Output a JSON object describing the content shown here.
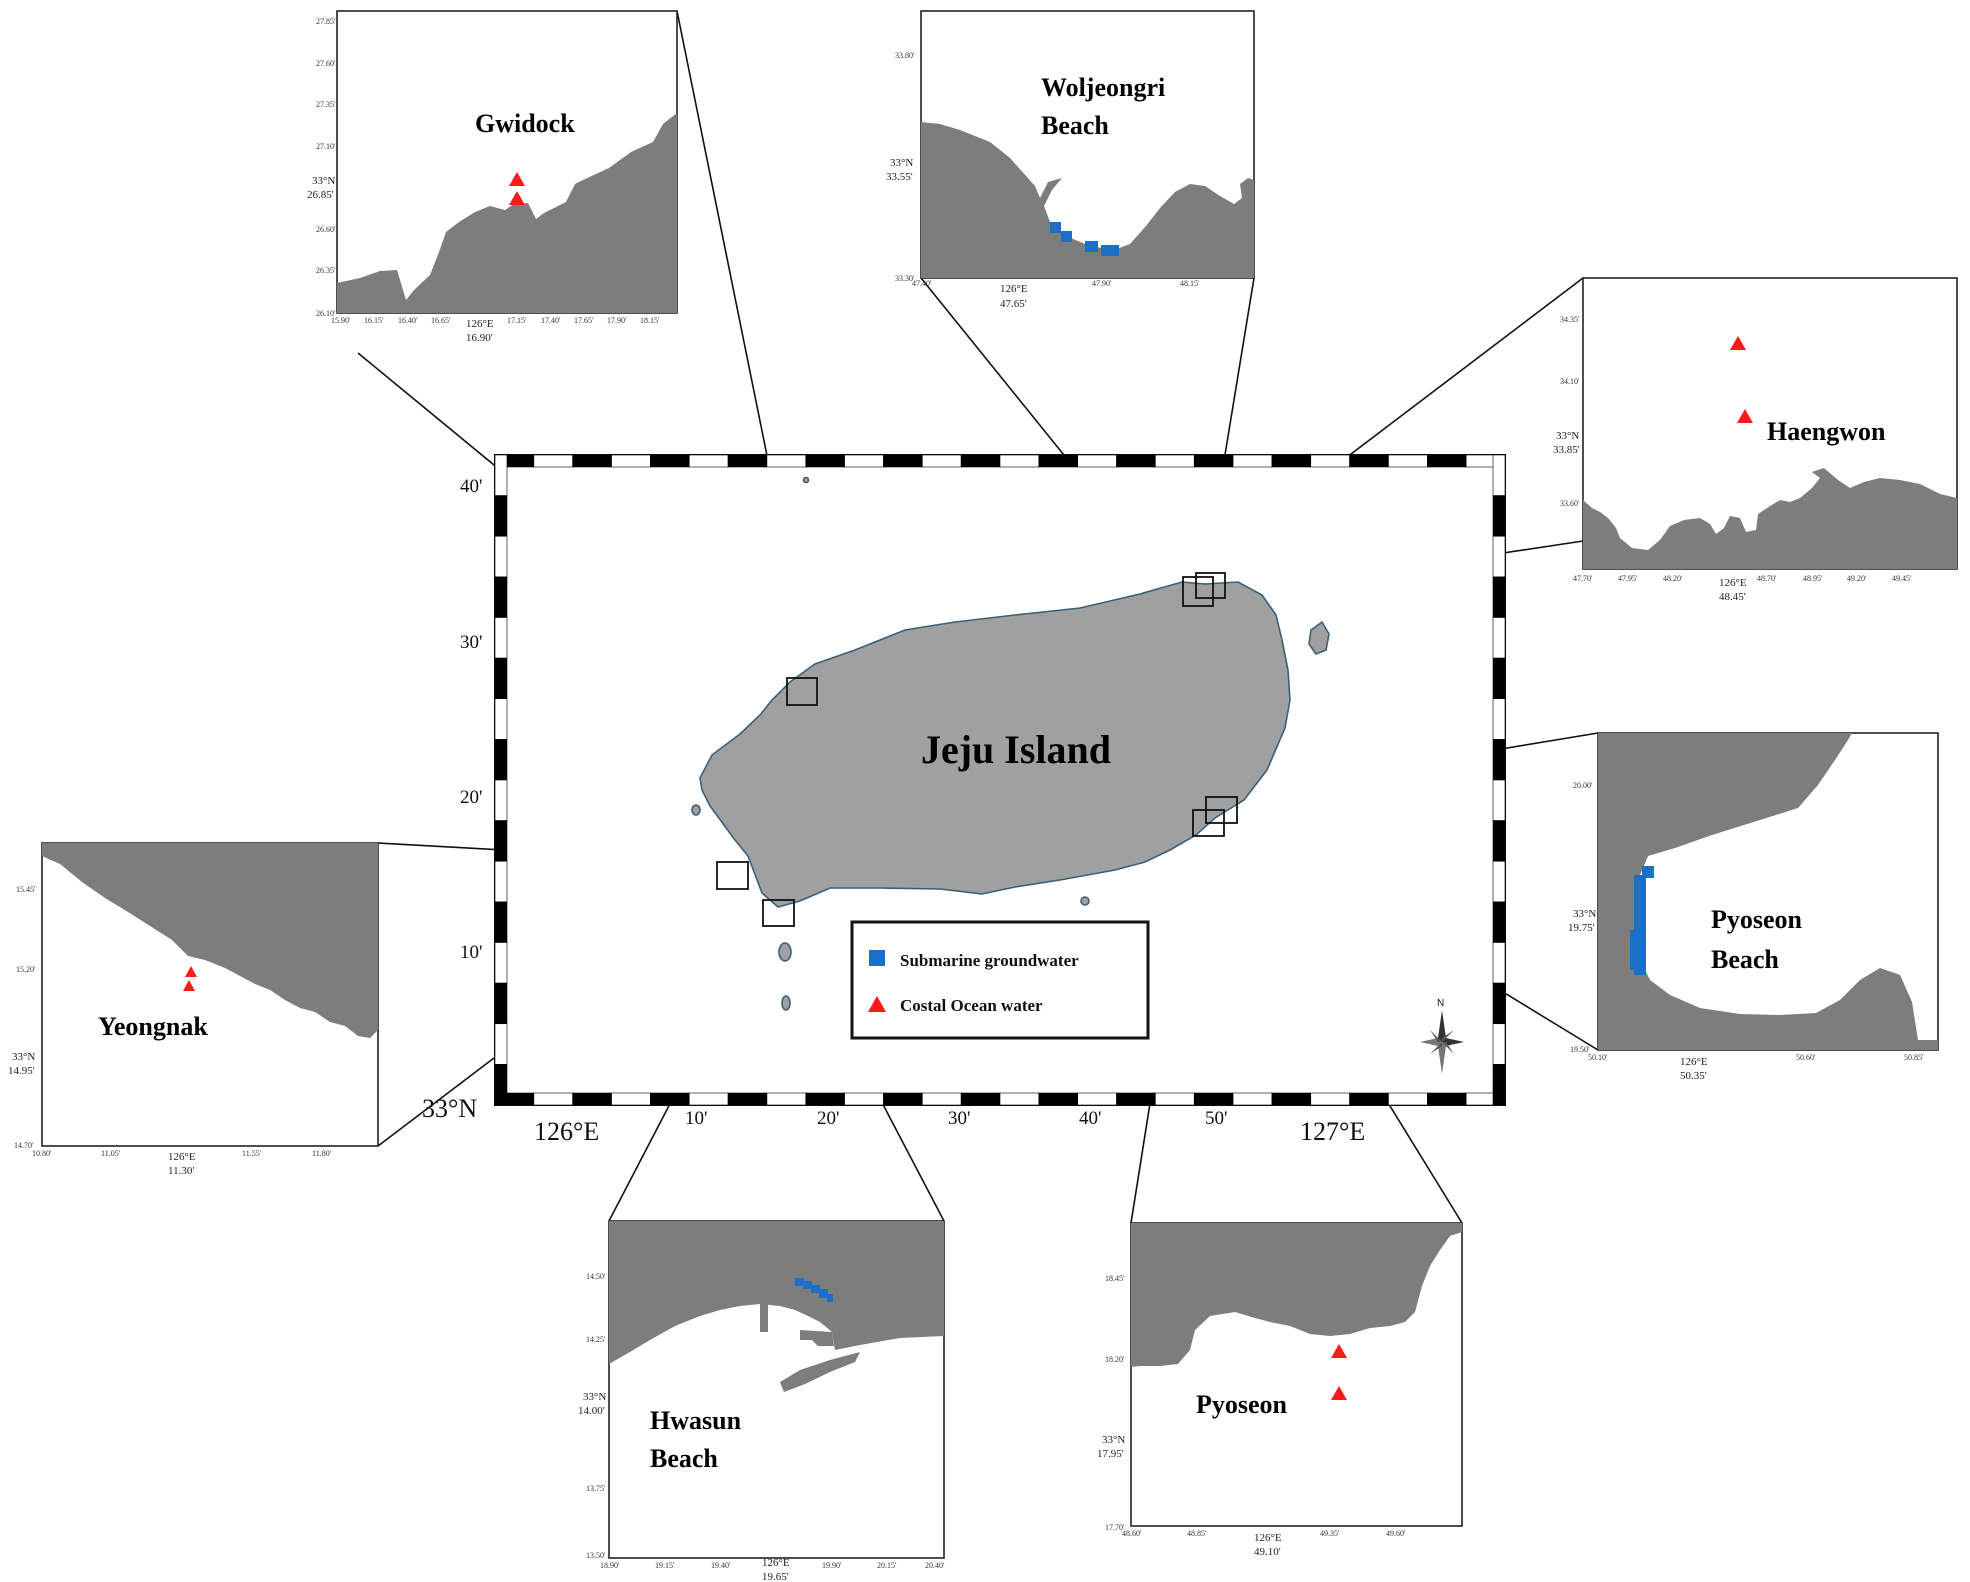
{
  "main_map": {
    "title": "Jeju Island",
    "lat_labels": [
      "40'",
      "30'",
      "20'",
      "10'"
    ],
    "lat_base": "33°N",
    "lon_labels": [
      "126°E",
      "10'",
      "20'",
      "30'",
      "40'",
      "50'",
      "127°E"
    ]
  },
  "legend": {
    "items": [
      {
        "label": "Submarine groundwater",
        "color": "#1b6fc4",
        "symbol": "square"
      },
      {
        "label": "Costal Ocean water",
        "color": "#ff1a1a",
        "symbol": "triangle"
      }
    ]
  },
  "north_arrow": {
    "label": "N"
  },
  "insets": {
    "gwidock": {
      "title": "Gwidock",
      "y_ticks": [
        "27.85'",
        "27.60'",
        "27.35'",
        "27.10'",
        "26.85'",
        "26.60'",
        "26.35'",
        "26.10'"
      ],
      "lat_label": "33°N",
      "lat_value": "26.85'",
      "x_ticks": [
        "15.90'",
        "16.15'",
        "16.40'",
        "16.65'",
        "17.15'",
        "17.40'",
        "17.65'",
        "17.90'",
        "18.15'"
      ],
      "lon_label": "126°E",
      "lon_value": "16.90'"
    },
    "woljeongri": {
      "title": "Woljeongri Beach",
      "y_ticks": [
        "33.80'",
        "33.30'"
      ],
      "lat_label": "33°N",
      "lat_value": "33.55'",
      "x_ticks": [
        "47.40'",
        "47.90'",
        "48.15'"
      ],
      "lon_label": "126°E",
      "lon_value": "47.65'"
    },
    "haengwon": {
      "title": "Haengwon",
      "y_ticks": [
        "34.35'",
        "34.10'",
        "33.60'"
      ],
      "lat_label": "33°N",
      "lat_value": "33.85'",
      "x_ticks": [
        "47.70'",
        "47.95'",
        "48.20'",
        "48.70'",
        "48.95'",
        "49.20'",
        "49.45'"
      ],
      "lon_label": "126°E",
      "lon_value": "48.45'"
    },
    "pyoseon_beach": {
      "title": "Pyoseon Beach",
      "y_ticks": [
        "20.00'",
        "19.50'"
      ],
      "lat_label": "33°N",
      "lat_value": "19.75'",
      "x_ticks": [
        "50.10'",
        "50.60'",
        "50.85'"
      ],
      "lon_label": "126°E",
      "lon_value": "50.35'"
    },
    "yeongnak": {
      "title": "Yeongnak",
      "y_ticks": [
        "15.45'",
        "15.20'",
        "14.70'"
      ],
      "lat_label": "33°N",
      "lat_value": "14.95'",
      "x_ticks": [
        "10.80'",
        "11.05'",
        "11.55'",
        "11.80'"
      ],
      "lon_label": "126°E",
      "lon_value": "11.30'"
    },
    "hwasun": {
      "title": "Hwasun Beach",
      "y_ticks": [
        "14.50'",
        "14.25'",
        "13.75'",
        "13.50'"
      ],
      "lat_label": "33°N",
      "lat_value": "14.00'",
      "x_ticks": [
        "18.90'",
        "19.15'",
        "19.40'",
        "19.90'",
        "20.15'",
        "20.40'"
      ],
      "lon_label": "126°E",
      "lon_value": "19.65'"
    },
    "pyoseon": {
      "title": "Pyoseon",
      "y_ticks": [
        "18.45'",
        "18.20'",
        "17.70'"
      ],
      "lat_label": "33°N",
      "lat_value": "17.95'",
      "x_ticks": [
        "48.60'",
        "48.85'",
        "49.35'",
        "49.60'"
      ],
      "lon_label": "126°E",
      "lon_value": "49.10'"
    }
  }
}
